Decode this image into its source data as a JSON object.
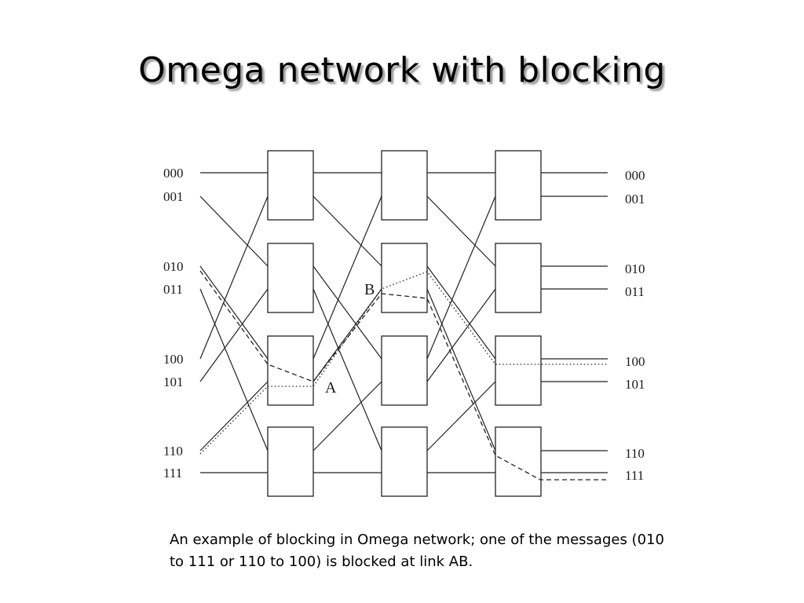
{
  "slide": {
    "title": "Omega network with blocking",
    "caption": "An example of blocking in Omega network; one of the messages (010 to 111 or 110 to 100) is blocked at link AB."
  },
  "diagram": {
    "input_labels": [
      "000",
      "001",
      "010",
      "011",
      "100",
      "101",
      "110",
      "111"
    ],
    "output_labels": [
      "000",
      "001",
      "010",
      "011",
      "100",
      "101",
      "110",
      "111"
    ],
    "link_labels": {
      "a": "A",
      "b": "B"
    },
    "stages": 3,
    "switches_per_stage": 4,
    "messages": [
      {
        "from": "010",
        "to": "111",
        "style": "dashed"
      },
      {
        "from": "110",
        "to": "100",
        "style": "dotted"
      }
    ],
    "colors": {
      "line": "#222222",
      "box_fill": "#ffffff"
    }
  }
}
